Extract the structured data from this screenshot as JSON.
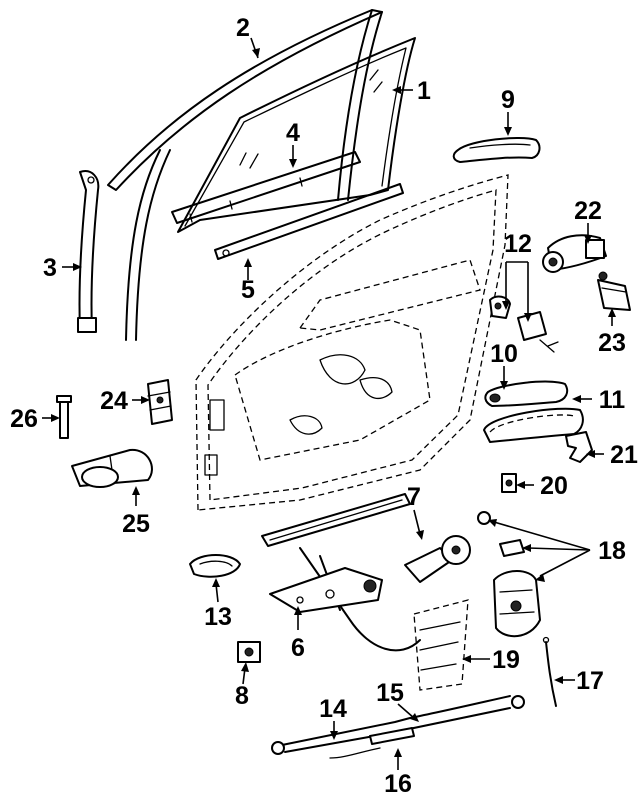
{
  "callouts": [
    {
      "id": "1",
      "text": "1"
    },
    {
      "id": "2",
      "text": "2"
    },
    {
      "id": "3",
      "text": "3"
    },
    {
      "id": "4",
      "text": "4"
    },
    {
      "id": "5",
      "text": "5"
    },
    {
      "id": "6",
      "text": "6"
    },
    {
      "id": "7",
      "text": "7"
    },
    {
      "id": "8",
      "text": "8"
    },
    {
      "id": "9",
      "text": "9"
    },
    {
      "id": "10",
      "text": "10"
    },
    {
      "id": "11",
      "text": "11"
    },
    {
      "id": "12",
      "text": "12"
    },
    {
      "id": "13",
      "text": "13"
    },
    {
      "id": "14",
      "text": "14"
    },
    {
      "id": "15",
      "text": "15"
    },
    {
      "id": "16",
      "text": "16"
    },
    {
      "id": "17",
      "text": "17"
    },
    {
      "id": "18",
      "text": "18"
    },
    {
      "id": "19",
      "text": "19"
    },
    {
      "id": "20",
      "text": "20"
    },
    {
      "id": "21",
      "text": "21"
    },
    {
      "id": "22",
      "text": "22"
    },
    {
      "id": "23",
      "text": "23"
    },
    {
      "id": "24",
      "text": "24"
    },
    {
      "id": "25",
      "text": "25"
    },
    {
      "id": "26",
      "text": "26"
    }
  ]
}
